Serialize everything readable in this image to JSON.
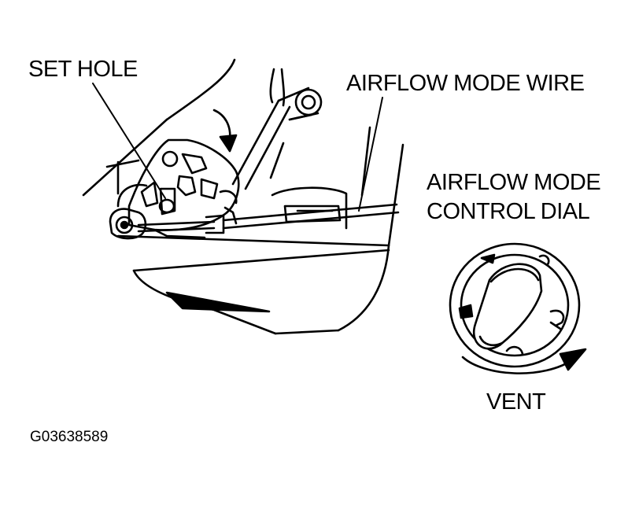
{
  "labels": {
    "set_hole": "SET HOLE",
    "airflow_mode_wire": "AIRFLOW MODE WIRE",
    "airflow_mode_control_dial_line1": "AIRFLOW MODE",
    "airflow_mode_control_dial_line2": "CONTROL DIAL",
    "vent": "VENT",
    "figure_code": "G03638589"
  },
  "colors": {
    "ink": "#000000",
    "paper": "#ffffff"
  }
}
